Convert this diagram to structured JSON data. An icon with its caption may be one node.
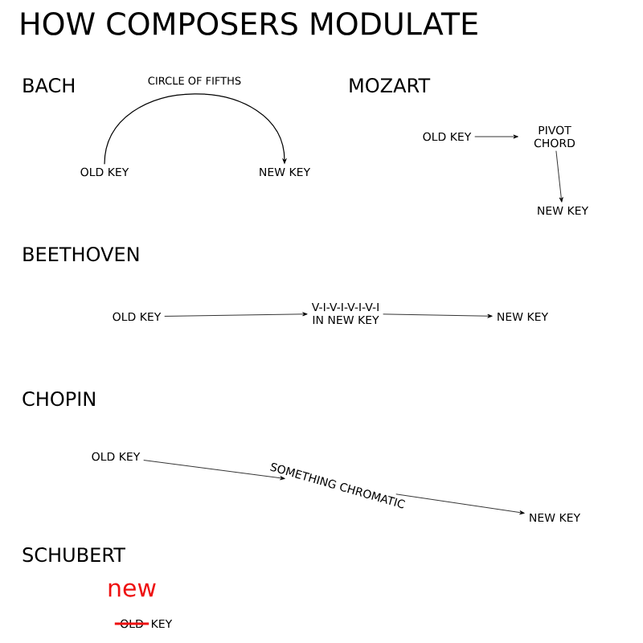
{
  "diagram": {
    "title": "HOW COMPOSERS MODULATE",
    "nodes": [
      {
        "text": [
          "OLD KEY"
        ]
      },
      {
        "text": [
          "NEW KEY"
        ]
      },
      {
        "text": [
          "OLD KEY"
        ]
      },
      {
        "text": [
          "PIVOT CHORD"
        ]
      },
      {
        "text": [
          "NEW KEY"
        ]
      },
      {
        "text": [
          "OLD KEY"
        ]
      },
      {
        "text": [
          "V-I-V-I-V-I-V-I",
          "IN NEW KEY"
        ]
      },
      {
        "text": [
          "NEW KEY"
        ]
      },
      {
        "text": [
          "OLD KEY"
        ]
      },
      {
        "text": [
          "SOMETHING CHROMATIC"
        ]
      },
      {
        "text": [
          "NEW KEY"
        ]
      }
    ],
    "edges": [
      {
        "from": 0,
        "to": 1,
        "arrow": "to",
        "label": "CIRCLE OF FIFTHS"
      },
      {
        "from": 2,
        "to": 3,
        "arrow": "to"
      },
      {
        "from": 3,
        "to": 4,
        "arrow": "to"
      },
      {
        "from": 5,
        "to": 6,
        "arrow": "to"
      },
      {
        "from": 6,
        "to": 7,
        "arrow": "to"
      },
      {
        "from": 8,
        "to": 9,
        "arrow": "to"
      },
      {
        "from": 9,
        "to": 10,
        "arrow": "to"
      }
    ],
    "labels": [
      "BACH",
      "MOZART",
      "BEETHOVEN",
      "CHOPIN",
      "SCHUBERT",
      "new",
      "OLD",
      "KEY"
    ]
  }
}
